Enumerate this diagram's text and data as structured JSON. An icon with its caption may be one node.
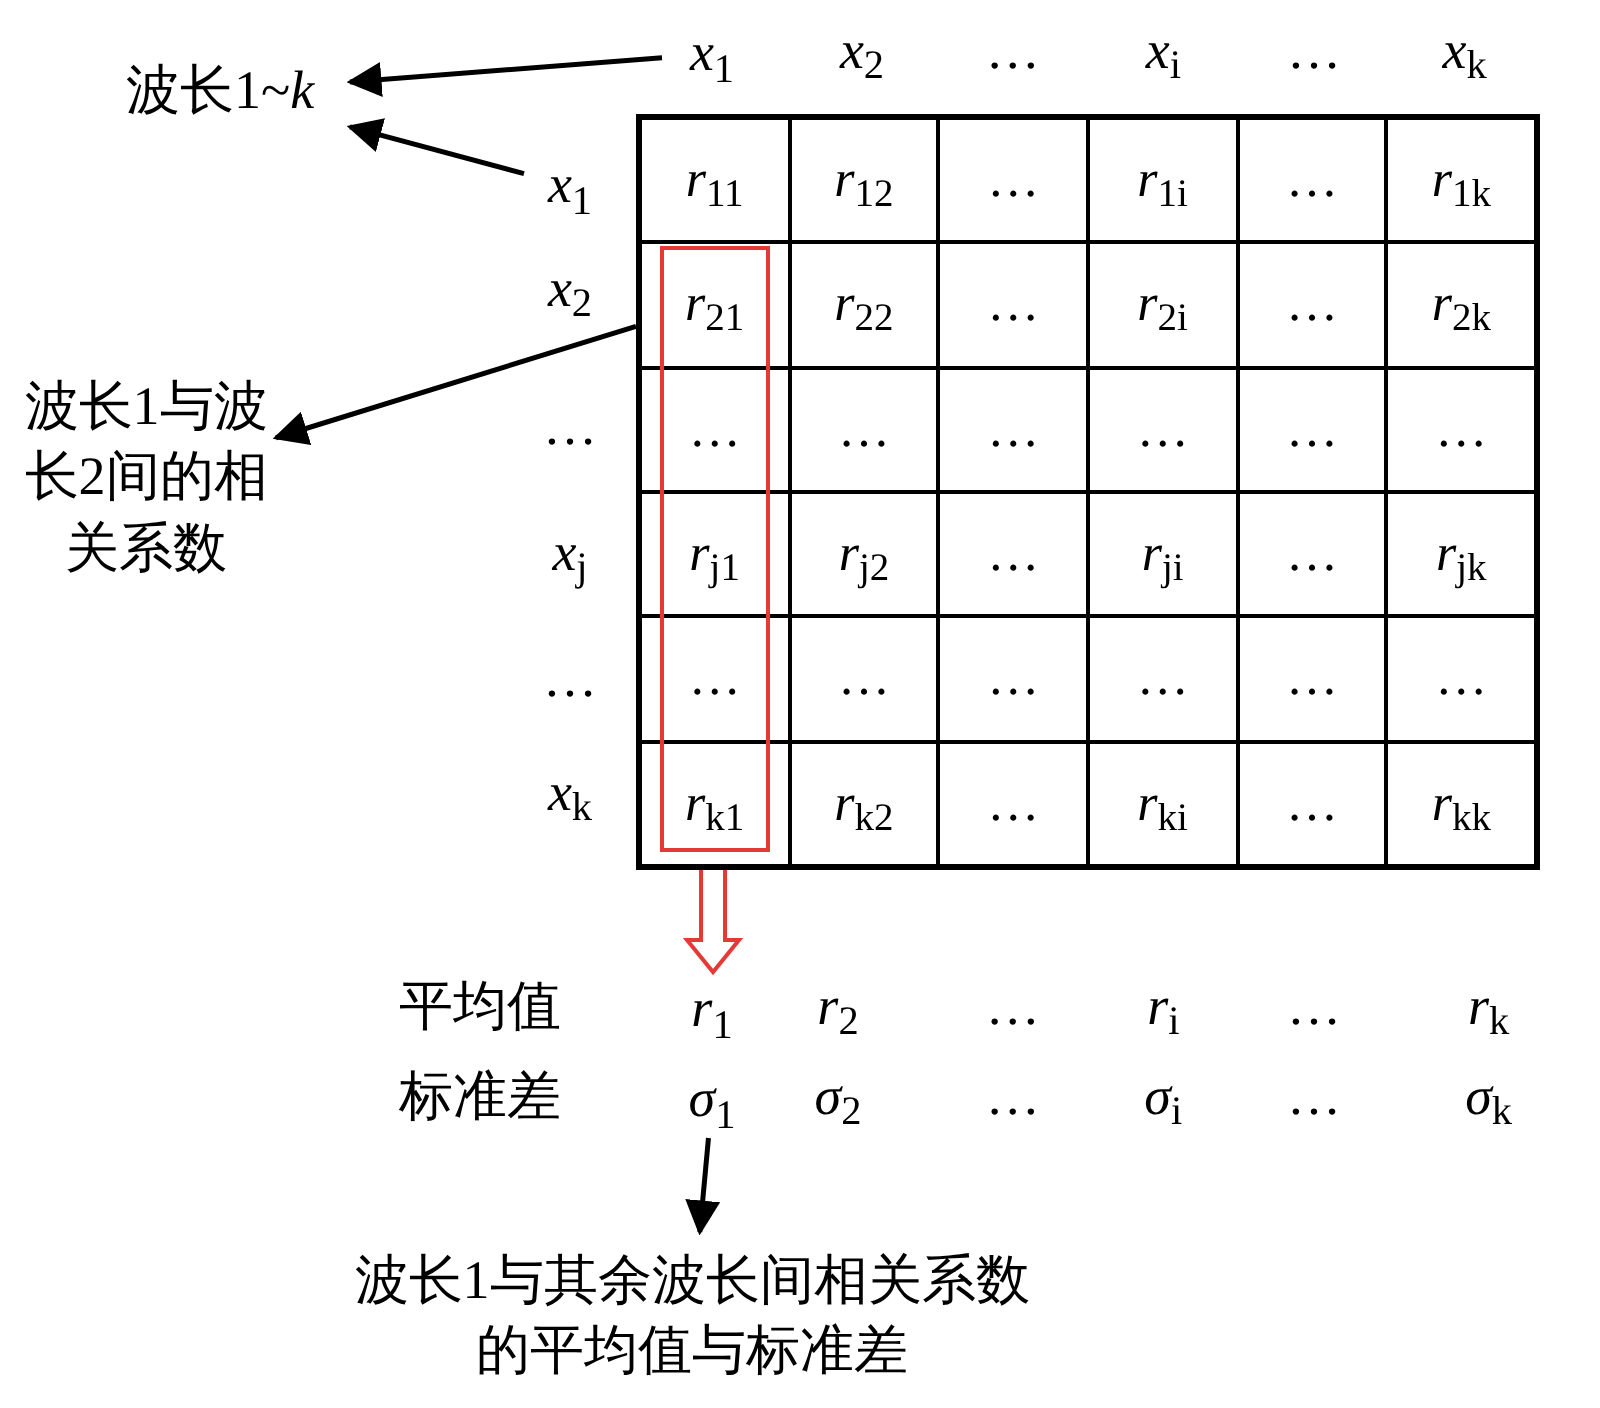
{
  "diagram": {
    "nodes": [
      {
        "text": [
          "波长1~*k*"
        ]
      },
      {
        "text": [
          "*x*$_{1}$"
        ]
      },
      {
        "text": [
          "*x*$_{1}$"
        ]
      },
      {
        "text": [],
        "shape": "box"
      },
      {
        "text": [
          "*r*$_{11}$"
        ],
        "in": 3
      },
      {
        "text": [
          "*r*$_{12}$"
        ],
        "in": 3
      },
      {
        "text": [
          "…"
        ],
        "in": 3
      },
      {
        "text": [
          "*r*$_{1i}$"
        ],
        "in": 3
      },
      {
        "text": [
          "…"
        ],
        "in": 3
      },
      {
        "text": [
          "*r*$_{1k}$"
        ],
        "in": 3
      },
      {
        "text": [
          "*r*$_{21}$"
        ],
        "in": 3
      },
      {
        "text": [
          "*r*$_{22}$"
        ],
        "in": 3
      },
      {
        "text": [
          "…"
        ],
        "in": 3
      },
      {
        "text": [
          "*r*$_{2i}$"
        ],
        "in": 3
      },
      {
        "text": [
          "…"
        ],
        "in": 3
      },
      {
        "text": [
          "*r*$_{2k}$"
        ],
        "in": 3
      },
      {
        "text": [
          "…"
        ],
        "in": 3
      },
      {
        "text": [
          "…"
        ],
        "in": 3
      },
      {
        "text": [
          "…"
        ],
        "in": 3
      },
      {
        "text": [
          "…"
        ],
        "in": 3
      },
      {
        "text": [
          "…"
        ],
        "in": 3
      },
      {
        "text": [
          "…"
        ],
        "in": 3
      },
      {
        "text": [
          "*r*$_{j1}$"
        ],
        "in": 3
      },
      {
        "text": [
          "*r*$_{j2}$"
        ],
        "in": 3
      },
      {
        "text": [
          "…"
        ],
        "in": 3
      },
      {
        "text": [
          "*r*$_{ji}$"
        ],
        "in": 3
      },
      {
        "text": [
          "…"
        ],
        "in": 3
      },
      {
        "text": [
          "*r*$_{jk}$"
        ],
        "in": 3
      },
      {
        "text": [
          "…"
        ],
        "in": 3
      },
      {
        "text": [
          "…"
        ],
        "in": 3
      },
      {
        "text": [
          "…"
        ],
        "in": 3
      },
      {
        "text": [
          "…"
        ],
        "in": 3
      },
      {
        "text": [
          "…"
        ],
        "in": 3
      },
      {
        "text": [
          "…"
        ],
        "in": 3
      },
      {
        "text": [
          "*r*$_{k1}$"
        ],
        "in": 3
      },
      {
        "text": [
          "*r*$_{k2}$"
        ],
        "in": 3
      },
      {
        "text": [
          "…"
        ],
        "in": 3
      },
      {
        "text": [
          "*r*$_{ki}$"
        ],
        "in": 3
      },
      {
        "text": [
          "…"
        ],
        "in": 3
      },
      {
        "text": [
          "*r*$_{kk}$"
        ],
        "in": 3
      },
      {
        "text": [],
        "shape": "box",
        "in": 3
      },
      {
        "text": [
          "波长1与波长2间的相关系数"
        ]
      },
      {
        "text": [
          "*r*$_{1}$"
        ]
      },
      {
        "text": [
          "*σ*$_{1}$"
        ]
      },
      {
        "text": [
          "波长1与其余波长间相关系数的平均值与标准差"
        ]
      }
    ],
    "edges": [
      {
        "from": 1,
        "to": 0,
        "arrow": "to"
      },
      {
        "from": 2,
        "to": 0,
        "arrow": "to"
      },
      {
        "from": 10,
        "to": 41,
        "arrow": "to"
      },
      {
        "from": 40,
        "to": 42,
        "arrow": "to",
        "style": "thick",
        "color": "#e53935"
      },
      {
        "from": 43,
        "to": 44,
        "arrow": "to"
      }
    ],
    "labels": [
      "*x*$_{2}$",
      "…",
      "*x*$_{i}$",
      "…",
      "*x*$_{k}$",
      "*x*$_{2}$",
      "…",
      "*x*$_{j}$",
      "…",
      "*x*$_{k}$",
      "平均值",
      "*r*$_{2}$",
      "…",
      "*r*$_{i}$",
      "…",
      "*r*$_{k}$",
      "标准差",
      "*σ*$_{2}$",
      "…",
      "*σ*$_{i}$",
      "…",
      "*σ*$_{k}$"
    ]
  }
}
